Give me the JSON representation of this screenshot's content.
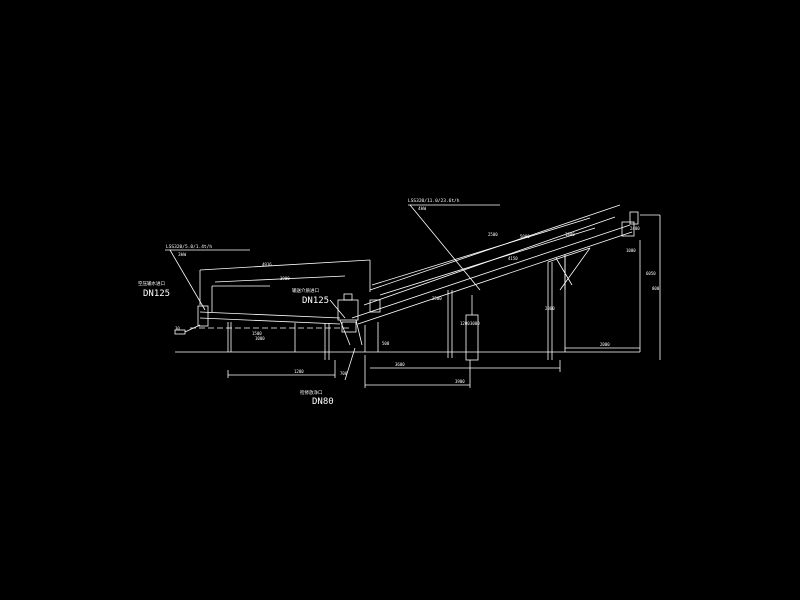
{
  "labels": {
    "left_spec": "LSS320/5.0/1.4t/h",
    "left_power": "3kW",
    "left_inlet_note": "空压输水进口",
    "left_dn": "DN125",
    "mid_note": "输送介质进口",
    "mid_dn": "DN125",
    "low_note": "检修放净口",
    "low_dn": "DN80",
    "right_spec": "LSS320/11.0/23.6t/h",
    "right_power": "4kW"
  },
  "dims": {
    "d1": "4916",
    "d2": "3900",
    "d3": "1200",
    "d4": "1000",
    "d5": "30",
    "d6": "3600",
    "d7": "3900",
    "d8": "4150",
    "d9": "2500",
    "d10": "1800",
    "d11": "2000",
    "d12": "800",
    "d13": "6050",
    "d14": "2000",
    "d15": "5000",
    "d16": "2500",
    "d17": "1200",
    "d18": "700",
    "d19": "1500",
    "d20": "3000",
    "d21": "1000",
    "d22": "2400",
    "d23": "500"
  }
}
